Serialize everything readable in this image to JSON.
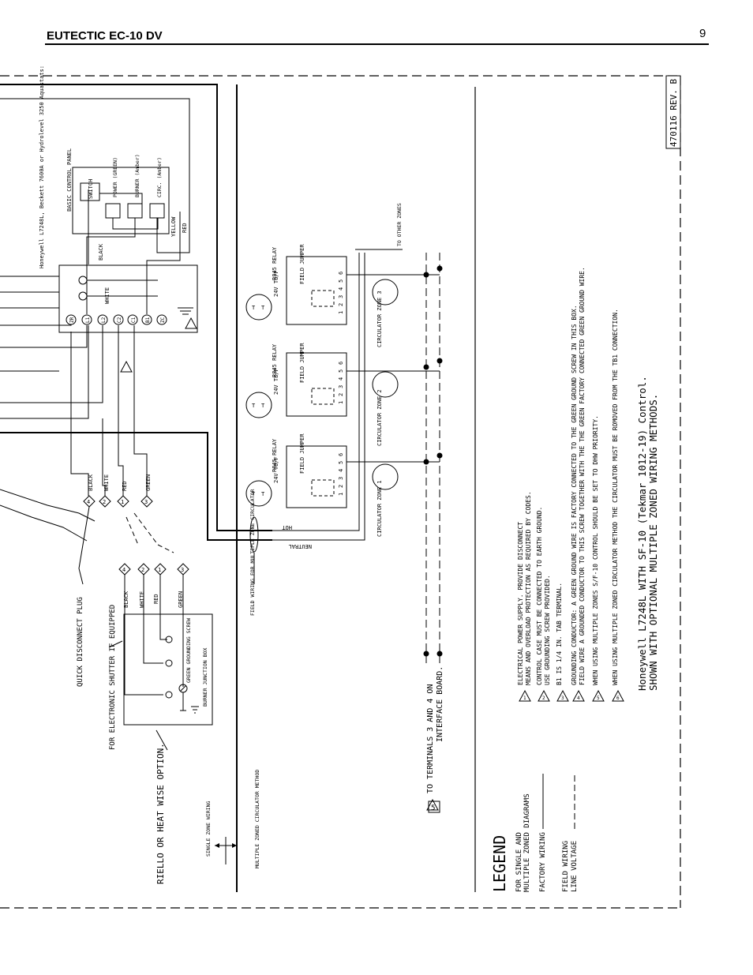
{
  "header": {
    "title": "EUTECTIC EC-10 DV",
    "page_number": "9"
  },
  "drawing": {
    "revision": "470116 REV. B",
    "title_line1": "Honeywell L7248L WITH SF-10 (Tekmar 1012-19) Control.",
    "title_line2": "SHOWN WITH OPTIONAL MULTIPLE ZONED WIRING METHODS."
  },
  "control_panel": {
    "label": "BASIC CONTROL PANEL",
    "switch": "SWITCH",
    "lights": [
      "POWER (GREEN)",
      "BURNER (Amber)",
      "CIRC. (Amber)"
    ],
    "wire_yellow": "YELLOW",
    "wire_red": "RED",
    "wire_black": "BLACK",
    "wire_white": "WHITE",
    "aquastat_note": "Honeywell L7248L, Beckett 7600A or Hydrolevel 3250 Aquastats:"
  },
  "terminals": [
    "ZR",
    "L1",
    "L2",
    "C2",
    "C1",
    "B1",
    "ZC"
  ],
  "plug": {
    "label": "QUICK DISCONNECT PLUG",
    "wires": [
      "BLACK",
      "WHITE",
      "RED",
      "GREEN"
    ],
    "pins": [
      "4",
      "2",
      "1",
      "3"
    ]
  },
  "junction_box": {
    "label": "BURNER JUNCTION BOX",
    "ground_screw": "GREEN GROUNDING SCREW",
    "wires": [
      "BLACK",
      "WHITE",
      "RED",
      "GREEN"
    ],
    "shutter_note": "FOR ELECTRONIC SHUTTER IF EQUIPPED"
  },
  "burner_option": "RIELLO OR HEAT WISE OPTION.",
  "wiring_methods": {
    "single": "SINGLE ZONE WIRING",
    "multiple": "MULTIPLE ZONED CIRCULATOR METHOD",
    "field": "FIELD WIRING FOR MULTIPLE ZONE CIRCULATOR"
  },
  "power": {
    "hot": "HOT",
    "neutral": "NEUTRAL"
  },
  "zones": [
    {
      "relay": "R845 RELAY",
      "thermostat": "24V T8/F",
      "jumper": "FIELD JUMPER",
      "circulator": "CIRCULATOR ZONE 1"
    },
    {
      "relay": "R845 RELAY",
      "thermostat": "24V T8/F",
      "jumper": "FIELD JUMPER",
      "circulator": "CIRCULATOR ZONE 2"
    },
    {
      "relay": "R845 RELAY",
      "thermostat": "24V T8/F",
      "jumper": "FIELD JUMPER",
      "circulator": "CIRCULATOR ZONE 3"
    }
  ],
  "relay_terminals": [
    "1",
    "2",
    "3",
    "4",
    "5",
    "6"
  ],
  "thermostat_terminals": [
    "T",
    "T"
  ],
  "other_zones": "TO OTHER ZONES",
  "interface_note": {
    "line1": "TO TERMINALS 3 AND 4 ON",
    "line2": "INTERFACE BOARD.",
    "symbol": "5"
  },
  "legend": {
    "title": "LEGEND",
    "subtitle1": "FOR SINGLE AND",
    "subtitle2": "MULTIPLE ZONED DIAGRAMS",
    "factory_wiring": "FACTORY WIRING",
    "field_wiring": "FIELD WIRING",
    "line_voltage": "LINE VOLTAGE",
    "notes": [
      {
        "num": "1",
        "lines": [
          "ELECTRICAL POWER SUPPLY. PROVIDE DISCONNECT",
          "MEANS AND OVERLOAD PROTECTION AS REQUIRED BY CODES."
        ]
      },
      {
        "num": "2",
        "lines": [
          "CONTROL CASE MUST BE CONNECTED TO EARTH GROUND.",
          "USE GROUNDING SCREW PROVIDED."
        ]
      },
      {
        "num": "3",
        "lines": [
          "B1 IS 1/4 IN. TAB TERMINAL."
        ]
      },
      {
        "num": "4",
        "lines": [
          "GROUNDING CONDUCTOR: A GREEN GROUND WIRE IS FACTORY CONNECTED TO THE GREEN GROUND SCREW IN THIS BOX.",
          "FIELD WIRE A GROUNDED CONDUCTOR TO THIS SCREW TOGETHER WITH THE THE GREEN FACTORY CONNECTED GREEN GROUND WIRE."
        ]
      },
      {
        "num": "5",
        "lines": [
          "WHEN USING MULTIPLE ZONES S/F-10 CONTROL SHOULD BE SET TO DHW PRIORITY."
        ]
      },
      {
        "num": "6",
        "lines": [
          "WHEN USING MULTIPLE ZONED CIRCULATOR METHOD THE CIRCULATOR MUST BE ROMOVED FROM THE TB1 CONNECTION."
        ]
      }
    ]
  }
}
